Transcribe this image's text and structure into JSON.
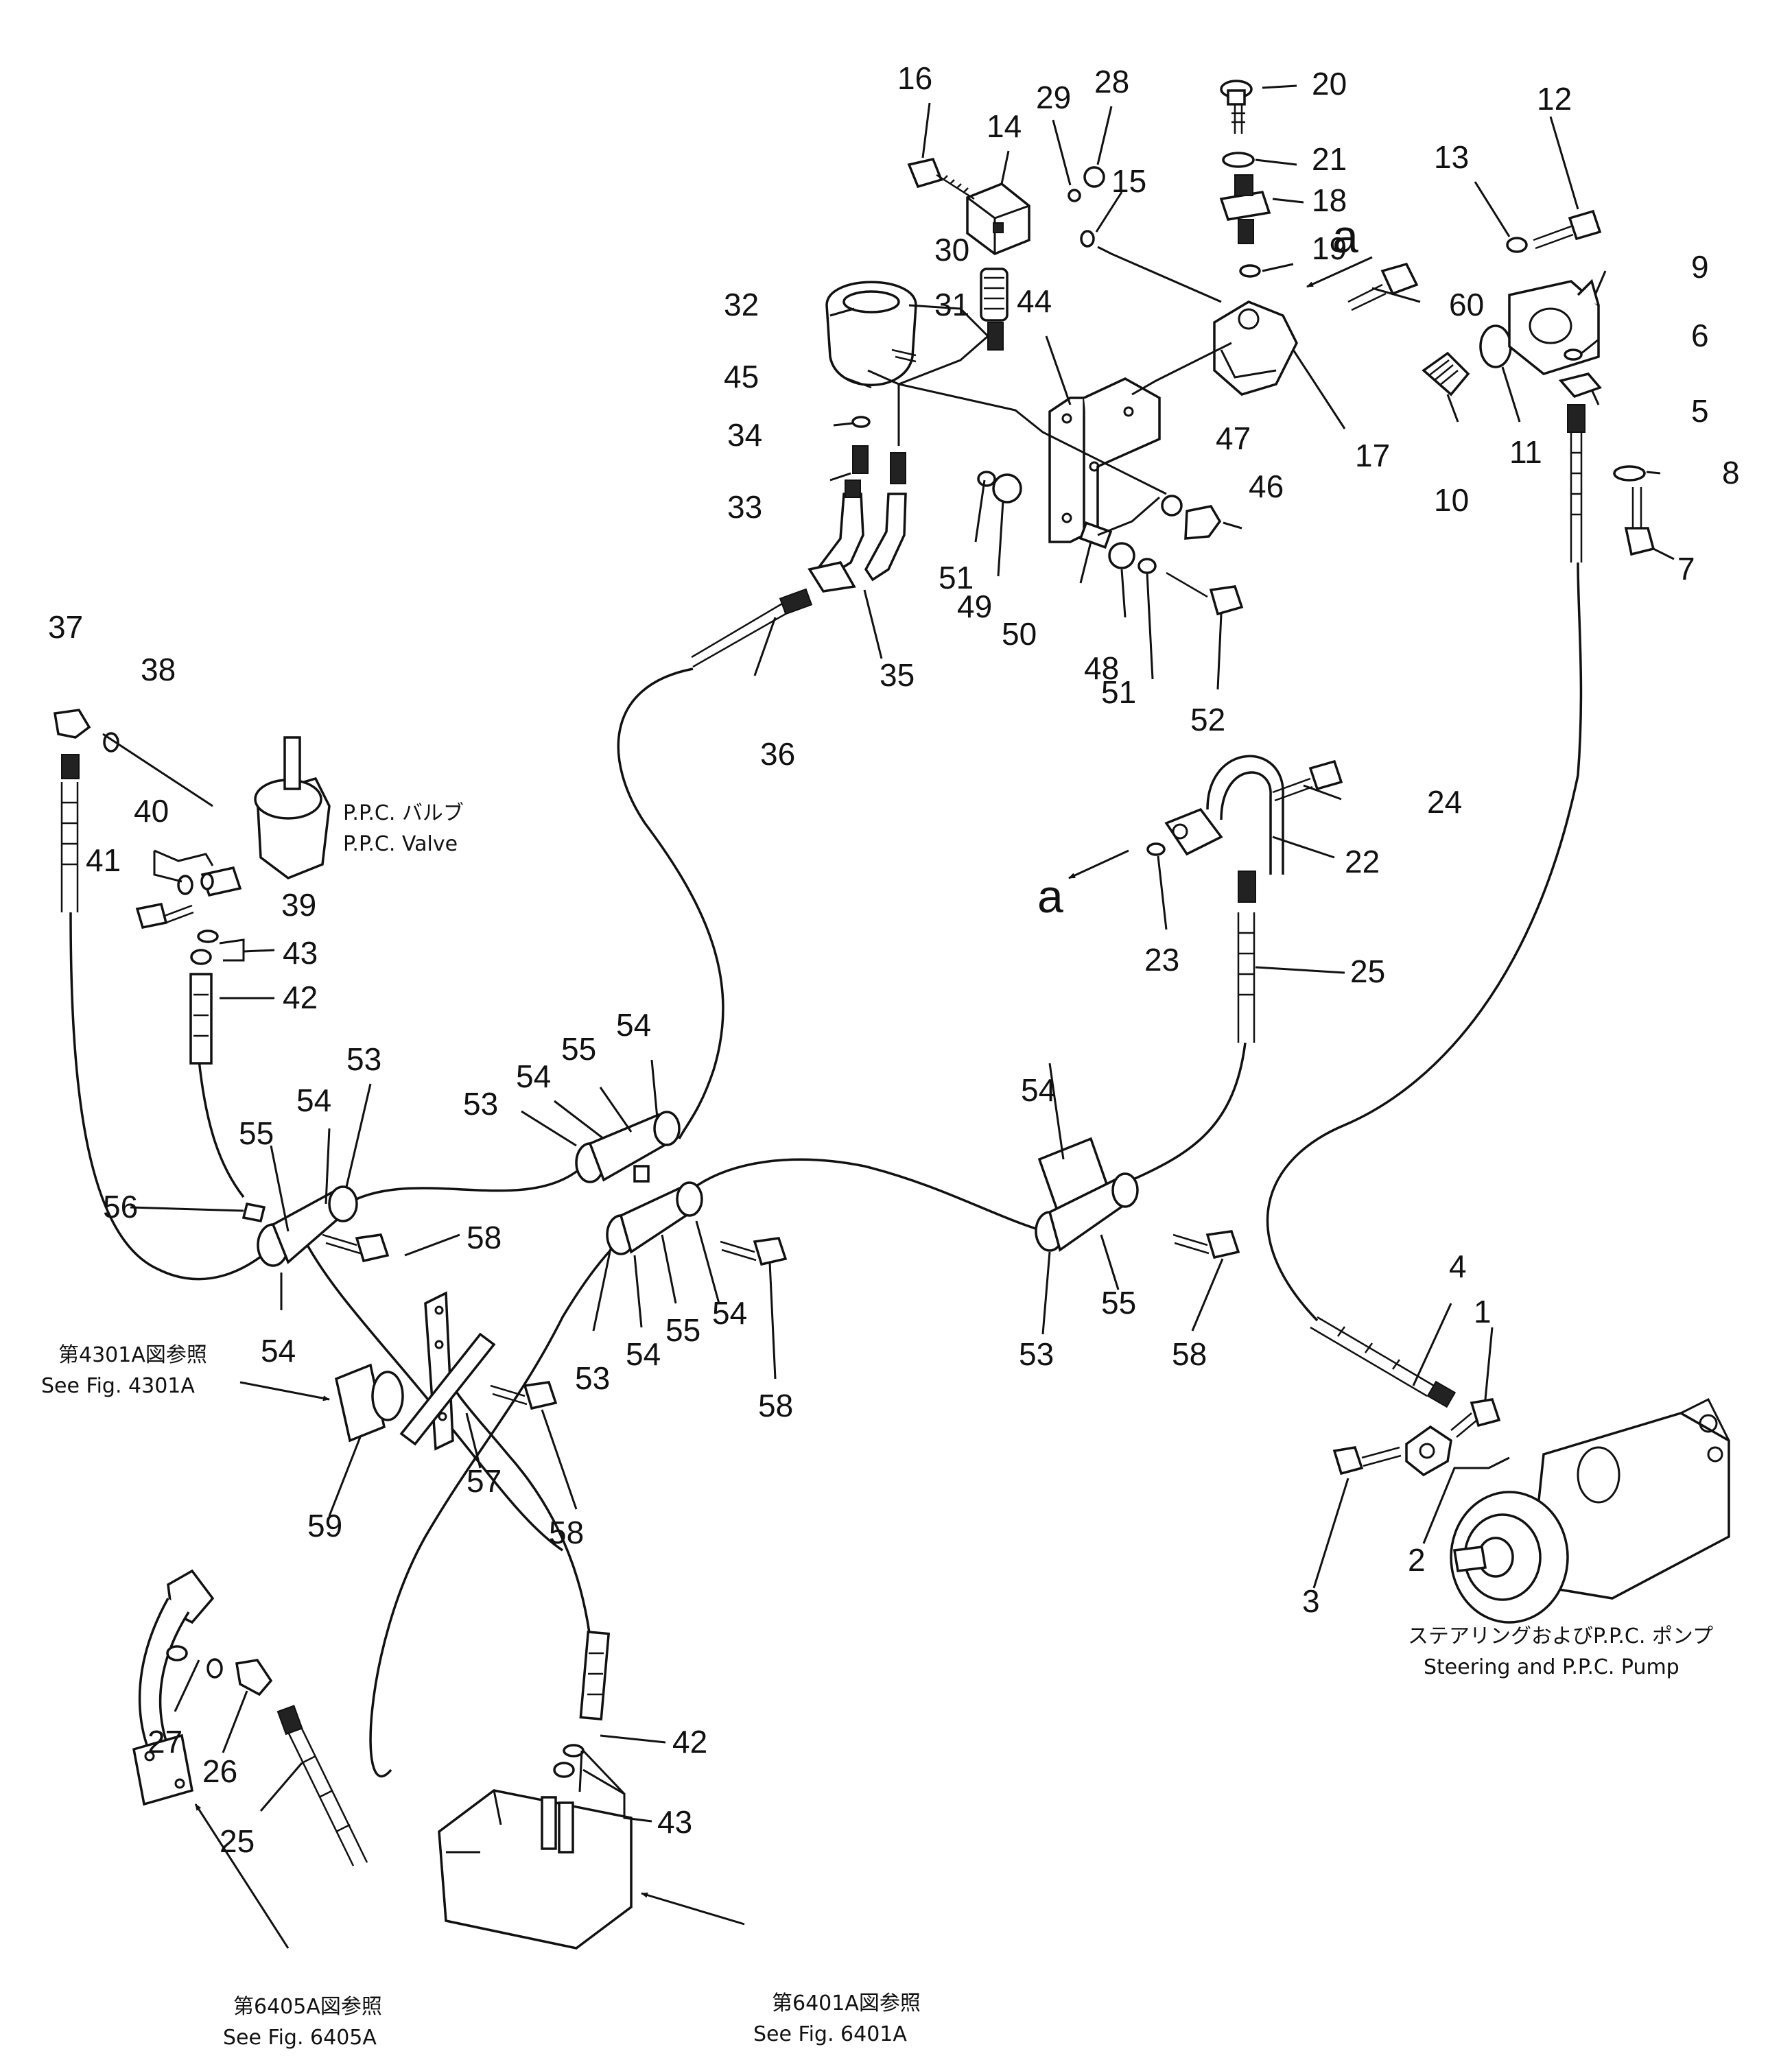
{
  "part_numbers": {
    "n1": "1",
    "n2": "2",
    "n3": "3",
    "n4": "4",
    "n5": "5",
    "n6": "6",
    "n7": "7",
    "n8": "8",
    "n9": "9",
    "n10": "10",
    "n11": "11",
    "n12": "12",
    "n13": "13",
    "n14": "14",
    "n15": "15",
    "n16": "16",
    "n17": "17",
    "n18": "18",
    "n19": "19",
    "n20": "20",
    "n21": "21",
    "n22": "22",
    "n23": "23",
    "n24": "24",
    "n25": "25",
    "n26": "26",
    "n27": "27",
    "n28": "28",
    "n29": "29",
    "n30": "30",
    "n31": "31",
    "n32": "32",
    "n33": "33",
    "n34": "34",
    "n35": "35",
    "n36": "36",
    "n37": "37",
    "n38": "38",
    "n39": "39",
    "n40": "40",
    "n41": "41",
    "n42": "42",
    "n43": "43",
    "n44": "44",
    "n45": "45",
    "n46": "46",
    "n47": "47",
    "n48": "48",
    "n49": "49",
    "n50": "50",
    "n51": "51",
    "n52": "52",
    "n53": "53",
    "n54": "54",
    "n55": "55",
    "n56": "56",
    "n57": "57",
    "n58": "58",
    "n59": "59",
    "n60": "60",
    "a": "a"
  },
  "notes": {
    "ppc_valve_jp": "P.P.C. バルブ",
    "ppc_valve_en": "P.P.C. Valve",
    "pump_jp": "ステアリングおよびP.P.C. ポンプ",
    "pump_en": "Steering and P.P.C. Pump",
    "fig4301_jp": "第4301A図参照",
    "fig4301_en": "See Fig. 4301A",
    "fig6405_jp": "第6405A図参照",
    "fig6405_en": "See  Fig. 6405A",
    "fig6401_jp": "第6401A図参照",
    "fig6401_en": "See Fig. 6401A"
  }
}
